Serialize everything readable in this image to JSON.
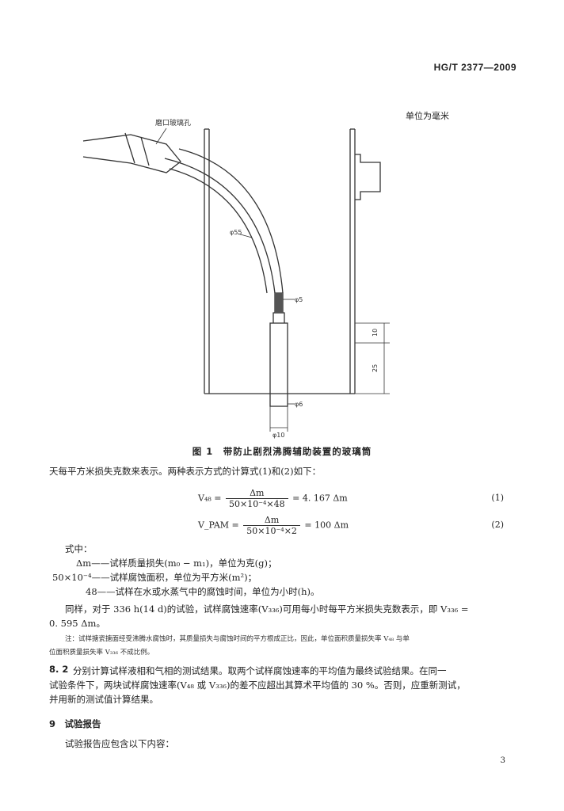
{
  "header": {
    "standard_no": "HG/T 2377—2009"
  },
  "figure": {
    "unit_note": "单位为毫米",
    "label_ground_glass": "磨口玻璃孔",
    "dims": {
      "d55": "φ55",
      "d5": "φ5",
      "d6": "φ6",
      "d10": "φ10",
      "h10": "10",
      "h25": "25"
    },
    "caption": "图 1　带防止剧烈沸腾辅助装置的玻璃筒"
  },
  "body": {
    "intro": "天每平方米损失克数来表示。两种表示方式的计算式(1)和(2)如下：",
    "formula1": {
      "lhs": "V₄₈ =",
      "num": "Δm",
      "den": "50×10⁻⁴×48",
      "rhs": "= 4. 167 Δm",
      "no": "(1)"
    },
    "formula2": {
      "lhs": "V_PAM =",
      "num": "Δm",
      "den": "50×10⁻⁴×2",
      "rhs": "= 100 Δm",
      "no": "(2)"
    },
    "where_label": "式中：",
    "def1": "Δm——试样质量损失(m₀ − m₁)，单位为克(g)；",
    "def2": "50×10⁻⁴——试样腐蚀面积，单位为平方米(m²)；",
    "def3": "48——试样在水或水蒸气中的腐蚀时间，单位为小时(h)。",
    "para_same1": "同样，对于 336 h(14 d)的试验，试样腐蚀速率(V₃₃₆)可用每小时每平方米损失克数表示，即 V₃₃₆ =",
    "para_same2": "0. 595 Δm。",
    "note1": "注：试样搪瓷搪面经受沸腾水腐蚀时，其质量损失与腐蚀时间的平方根成正比，因此，单位面积质量损失率 V₄₈ 与单",
    "note2": "位面积质量损失率 V₃₃₆ 不成比例。",
    "s82_no": "8. 2",
    "s82_l1": "分别计算试样液相和气相的测试结果。取两个试样腐蚀速率的平均值为最终试验结果。在同一",
    "s82_l2": "试验条件下，两块试样腐蚀速率(V₄₈ 或 V₃₃₆)的差不应超出其算术平均值的 30 %。否则，应重新测试，",
    "s82_l3": "并用新的测试值计算结果。",
    "s9_title": "9　试验报告",
    "s9_text": "试验报告应包含以下内容："
  },
  "footer": {
    "page_number": "3"
  }
}
